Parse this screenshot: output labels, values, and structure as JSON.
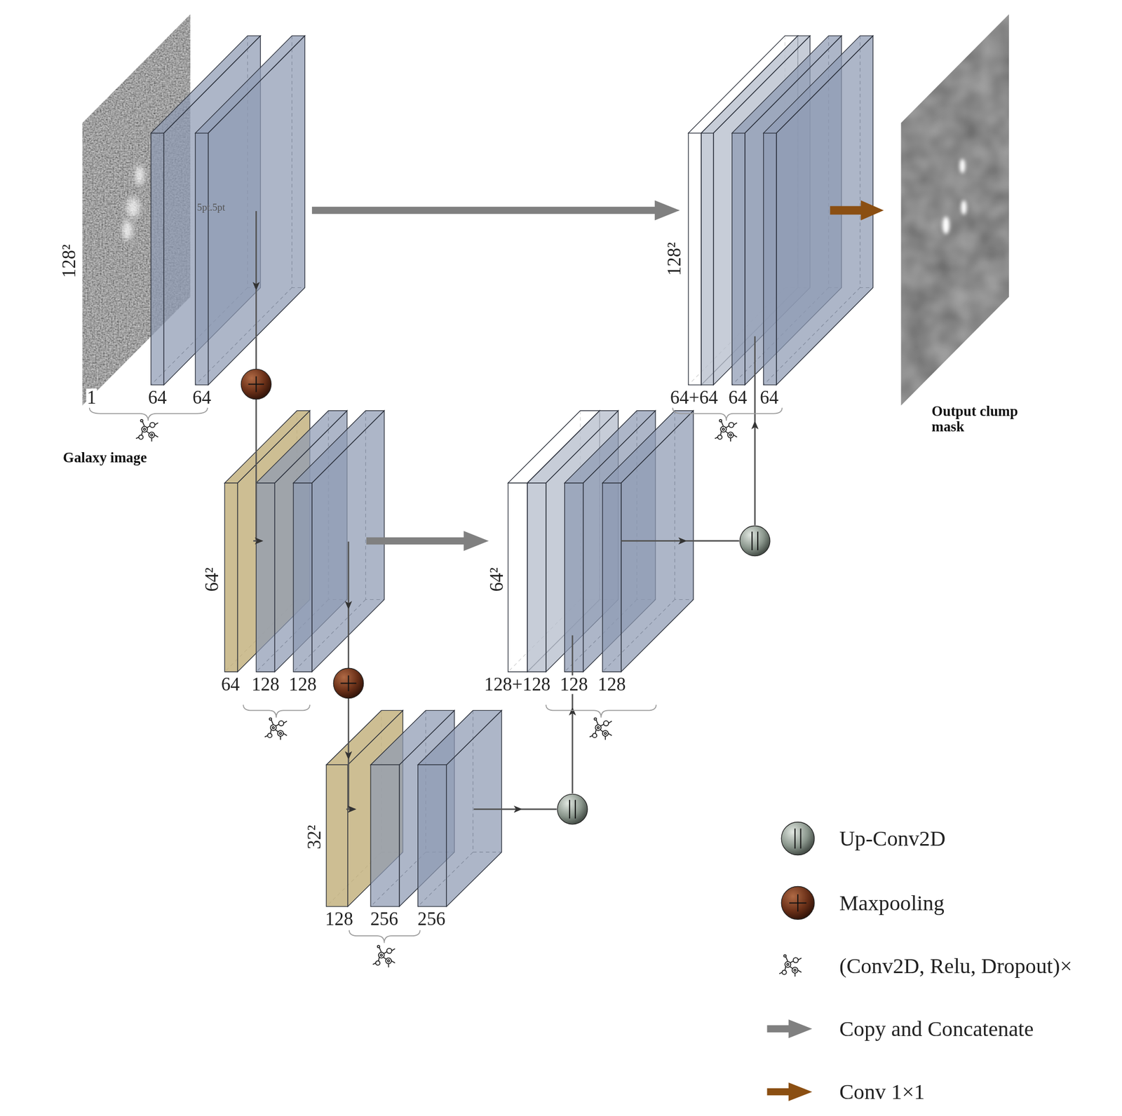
{
  "diagram": {
    "nodes": [
      {
        "text": [
          "Galaxy image"
        ]
      },
      {
        "text": [
          "Output clump mask"
        ]
      }
    ],
    "labels": [
      "128²",
      "1",
      "64",
      "64",
      "5pt.5pt",
      "64²",
      "64",
      "128",
      "128",
      "32²",
      "128",
      "256",
      "256",
      "128²",
      "64+64",
      "64",
      "64",
      "64²",
      "128+128",
      "128",
      "128"
    ],
    "legend": [
      {
        "text": "Up-Conv2D"
      },
      {
        "text": "Maxpooling"
      },
      {
        "text": "(Conv2D, Relu, Dropout)×"
      },
      {
        "text": "Copy and Concatenate"
      },
      {
        "text": "Conv 1×1"
      }
    ]
  }
}
